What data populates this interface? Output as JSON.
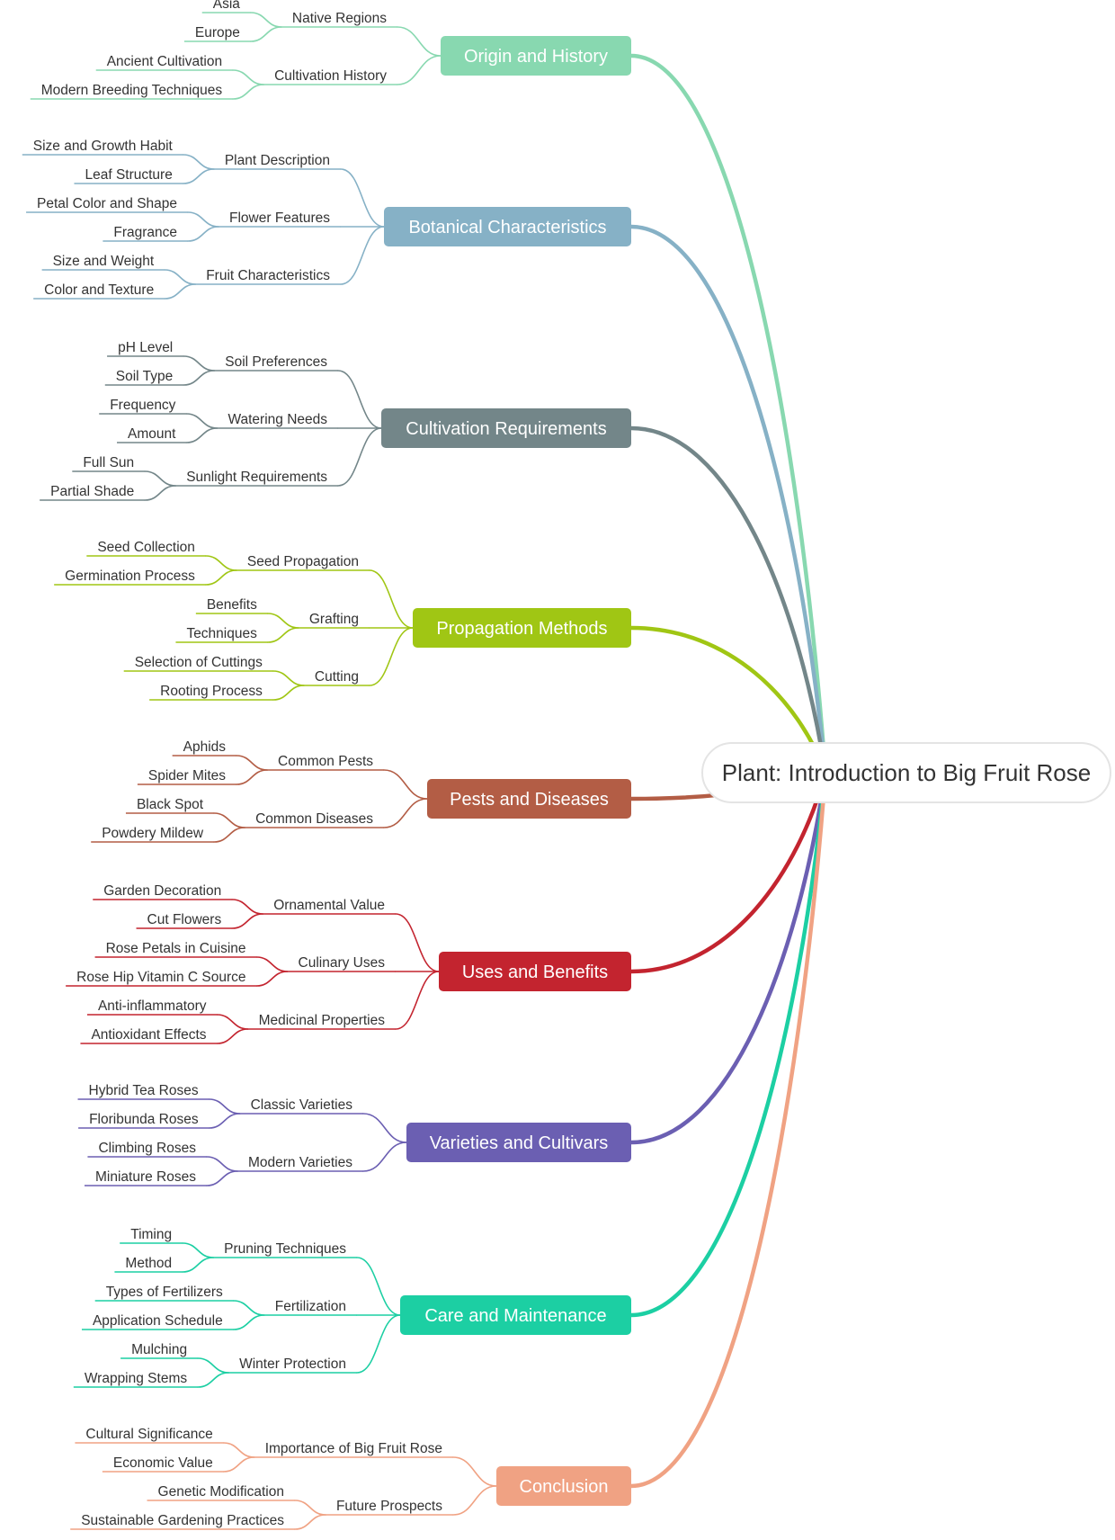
{
  "root": "Plant: Introduction to Big Fruit Rose",
  "branches": [
    {
      "label": "Origin and History",
      "color": "#88d8b0",
      "children": [
        {
          "label": "Native Regions",
          "children": [
            "Asia",
            "Europe"
          ]
        },
        {
          "label": "Cultivation History",
          "children": [
            "Ancient Cultivation",
            "Modern Breeding Techniques"
          ]
        }
      ]
    },
    {
      "label": "Botanical Characteristics",
      "color": "#86b1c6",
      "children": [
        {
          "label": "Plant Description",
          "children": [
            "Size and Growth Habit",
            "Leaf Structure"
          ]
        },
        {
          "label": "Flower Features",
          "children": [
            "Petal Color and Shape",
            "Fragrance"
          ]
        },
        {
          "label": "Fruit Characteristics",
          "children": [
            "Size and Weight",
            "Color and Texture"
          ]
        }
      ]
    },
    {
      "label": "Cultivation Requirements",
      "color": "#738689",
      "children": [
        {
          "label": "Soil Preferences",
          "children": [
            "pH Level",
            "Soil Type"
          ]
        },
        {
          "label": "Watering Needs",
          "children": [
            "Frequency",
            "Amount"
          ]
        },
        {
          "label": "Sunlight Requirements",
          "children": [
            "Full Sun",
            "Partial Shade"
          ]
        }
      ]
    },
    {
      "label": "Propagation Methods",
      "color": "#a0c614",
      "children": [
        {
          "label": "Seed Propagation",
          "children": [
            "Seed Collection",
            "Germination Process"
          ]
        },
        {
          "label": "Grafting",
          "children": [
            "Benefits",
            "Techniques"
          ]
        },
        {
          "label": "Cutting",
          "children": [
            "Selection of Cuttings",
            "Rooting Process"
          ]
        }
      ]
    },
    {
      "label": "Pests and Diseases",
      "color": "#b35d45",
      "children": [
        {
          "label": "Common Pests",
          "children": [
            "Aphids",
            "Spider Mites"
          ]
        },
        {
          "label": "Common Diseases",
          "children": [
            "Black Spot",
            "Powdery Mildew"
          ]
        }
      ]
    },
    {
      "label": "Uses and Benefits",
      "color": "#c3242f",
      "children": [
        {
          "label": "Ornamental Value",
          "children": [
            "Garden Decoration",
            "Cut Flowers"
          ]
        },
        {
          "label": "Culinary Uses",
          "children": [
            "Rose Petals in Cuisine",
            "Rose Hip Vitamin C Source"
          ]
        },
        {
          "label": "Medicinal Properties",
          "children": [
            "Anti-inflammatory",
            "Antioxidant Effects"
          ]
        }
      ]
    },
    {
      "label": "Varieties and Cultivars",
      "color": "#6b5fb2",
      "children": [
        {
          "label": "Classic Varieties",
          "children": [
            "Hybrid Tea Roses",
            "Floribunda Roses"
          ]
        },
        {
          "label": "Modern Varieties",
          "children": [
            "Climbing Roses",
            "Miniature Roses"
          ]
        }
      ]
    },
    {
      "label": "Care and Maintenance",
      "color": "#1ccfa3",
      "children": [
        {
          "label": "Pruning Techniques",
          "children": [
            "Timing",
            "Method"
          ]
        },
        {
          "label": "Fertilization",
          "children": [
            "Types of Fertilizers",
            "Application Schedule"
          ]
        },
        {
          "label": "Winter Protection",
          "children": [
            "Mulching",
            "Wrapping Stems"
          ]
        }
      ]
    },
    {
      "label": "Conclusion",
      "color": "#f0a283",
      "children": [
        {
          "label": "Importance of Big Fruit Rose",
          "children": [
            "Cultural Significance",
            "Economic Value"
          ]
        },
        {
          "label": "Future Prospects",
          "children": [
            "Genetic Modification",
            "Sustainable Gardening Practices"
          ]
        }
      ]
    }
  ]
}
